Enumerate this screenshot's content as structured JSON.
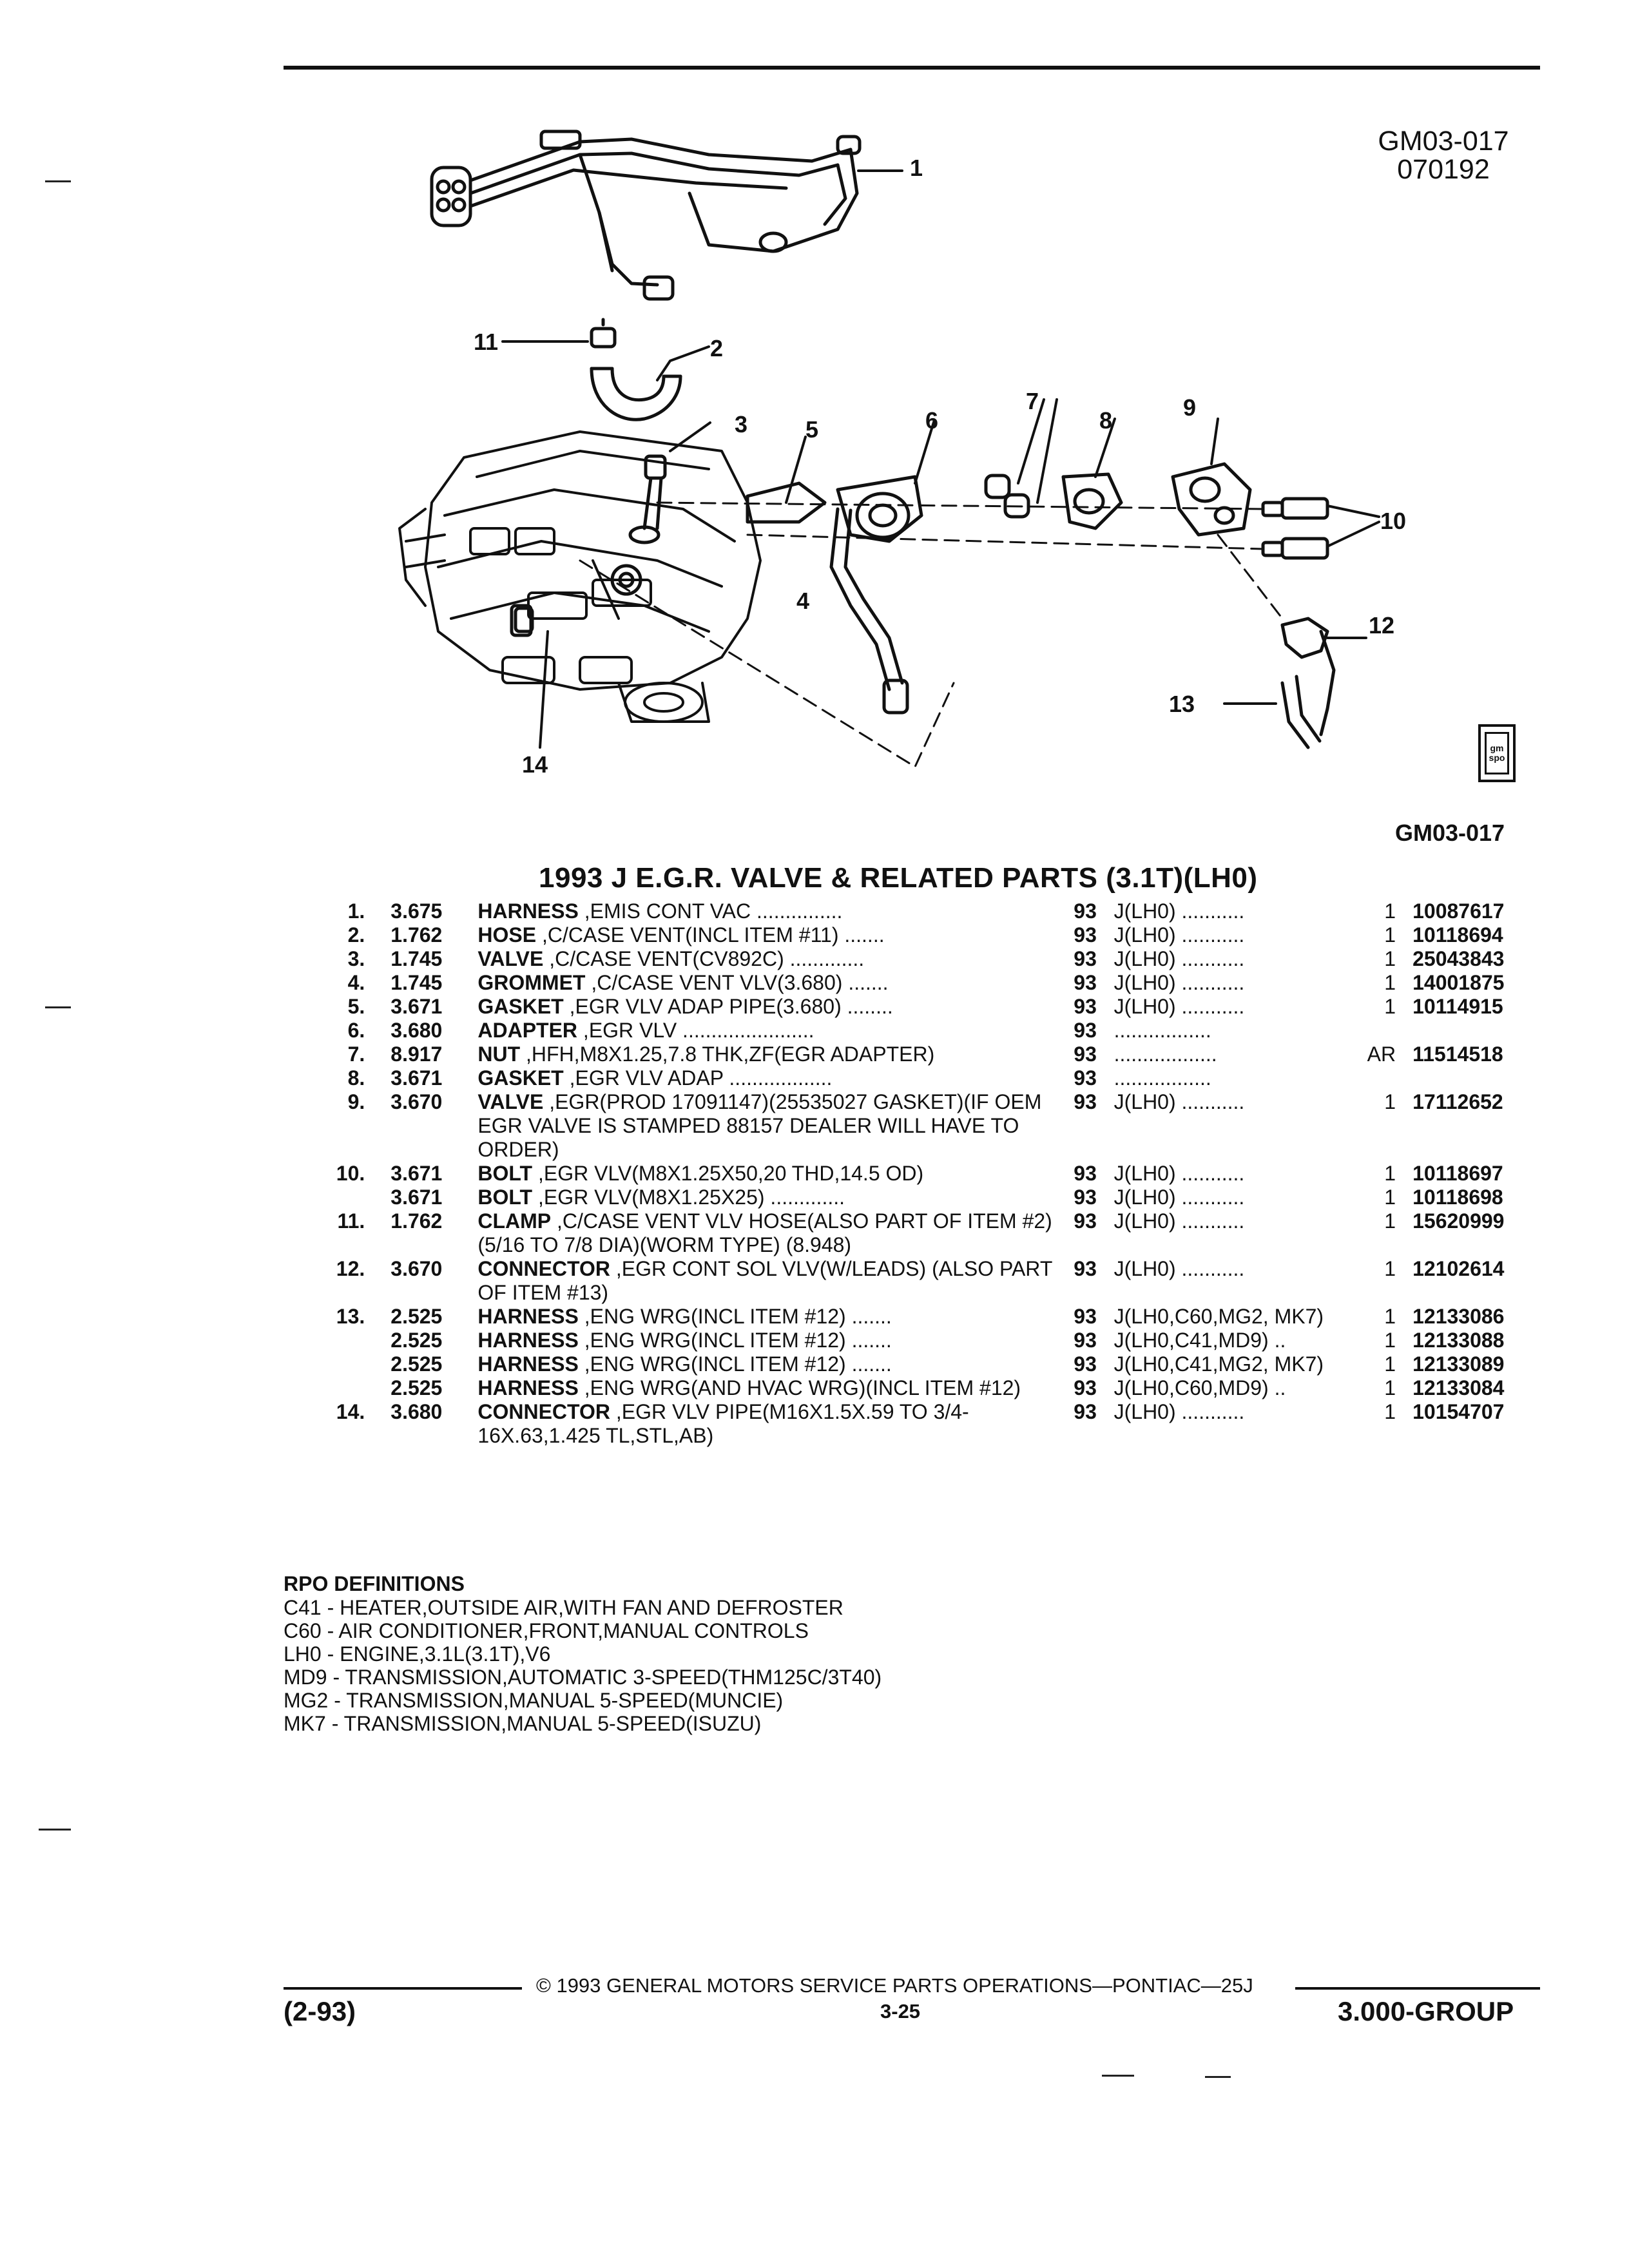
{
  "figure": {
    "id_top": "GM03-017",
    "date_code": "070192",
    "id_bottom": "GM03-017",
    "logo_text": "gm spo",
    "callouts": [
      "1",
      "2",
      "3",
      "4",
      "5",
      "6",
      "7",
      "8",
      "9",
      "10",
      "11",
      "12",
      "13",
      "14"
    ]
  },
  "title": "1993 J E.G.R. VALVE & RELATED PARTS (3.1T)(LH0)",
  "parts": [
    {
      "ref": "1.",
      "group": "3.675",
      "name": "HARNESS",
      "desc": ",EMIS CONT VAC ...............",
      "year": "93",
      "app": "J(LH0) ...........",
      "qty": "1",
      "pn": "10087617"
    },
    {
      "ref": "2.",
      "group": "1.762",
      "name": "HOSE",
      "desc": ",C/CASE VENT(INCL ITEM #11) .......",
      "year": "93",
      "app": "J(LH0) ...........",
      "qty": "1",
      "pn": "10118694"
    },
    {
      "ref": "3.",
      "group": "1.745",
      "name": "VALVE",
      "desc": ",C/CASE VENT(CV892C) .............",
      "year": "93",
      "app": "J(LH0) ...........",
      "qty": "1",
      "pn": "25043843"
    },
    {
      "ref": "4.",
      "group": "1.745",
      "name": "GROMMET",
      "desc": ",C/CASE VENT VLV(3.680) .......",
      "year": "93",
      "app": "J(LH0) ...........",
      "qty": "1",
      "pn": "14001875"
    },
    {
      "ref": "5.",
      "group": "3.671",
      "name": "GASKET",
      "desc": ",EGR VLV ADAP PIPE(3.680) ........",
      "year": "93",
      "app": "J(LH0) ...........",
      "qty": "1",
      "pn": "10114915"
    },
    {
      "ref": "6.",
      "group": "3.680",
      "name": "ADAPTER",
      "desc": ",EGR VLV .......................",
      "year": "93",
      "app": ".................",
      "qty": "",
      "pn": ""
    },
    {
      "ref": "7.",
      "group": "8.917",
      "name": "NUT",
      "desc": ",HFH,M8X1.25,7.8 THK,ZF(EGR ADAPTER)",
      "year": "93",
      "app": "..................",
      "qty": "AR",
      "pn": "11514518"
    },
    {
      "ref": "8.",
      "group": "3.671",
      "name": "GASKET",
      "desc": ",EGR VLV ADAP ..................",
      "year": "93",
      "app": ".................",
      "qty": "",
      "pn": ""
    },
    {
      "ref": "9.",
      "group": "3.670",
      "name": "VALVE",
      "desc": ",EGR(PROD 17091147)(25535027 GASKET)(IF OEM EGR VALVE IS STAMPED 88157 DEALER WILL HAVE TO ORDER)",
      "year": "93",
      "app": "J(LH0) ...........",
      "qty": "1",
      "pn": "17112652"
    },
    {
      "ref": "10.",
      "group": "3.671",
      "name": "BOLT",
      "desc": ",EGR VLV(M8X1.25X50,20 THD,14.5 OD)",
      "year": "93",
      "app": "J(LH0) ...........",
      "qty": "1",
      "pn": "10118697"
    },
    {
      "ref": "",
      "group": "3.671",
      "name": "BOLT",
      "desc": ",EGR VLV(M8X1.25X25) .............",
      "year": "93",
      "app": "J(LH0) ...........",
      "qty": "1",
      "pn": "10118698"
    },
    {
      "ref": "11.",
      "group": "1.762",
      "name": "CLAMP",
      "desc": ",C/CASE VENT VLV HOSE(ALSO PART OF ITEM #2)(5/16 TO 7/8 DIA)(WORM TYPE) (8.948)",
      "year": "93",
      "app": "J(LH0) ...........",
      "qty": "1",
      "pn": "15620999"
    },
    {
      "ref": "12.",
      "group": "3.670",
      "name": "CONNECTOR",
      "desc": ",EGR CONT SOL VLV(W/LEADS) (ALSO PART OF ITEM #13)",
      "year": "93",
      "app": "J(LH0) ...........",
      "qty": "1",
      "pn": "12102614"
    },
    {
      "ref": "13.",
      "group": "2.525",
      "name": "HARNESS",
      "desc": ",ENG WRG(INCL ITEM #12) .......",
      "year": "93",
      "app": "J(LH0,C60,MG2, MK7)",
      "qty": "1",
      "pn": "12133086"
    },
    {
      "ref": "",
      "group": "2.525",
      "name": "HARNESS",
      "desc": ",ENG WRG(INCL ITEM #12) .......",
      "year": "93",
      "app": "J(LH0,C41,MD9) ..",
      "qty": "1",
      "pn": "12133088"
    },
    {
      "ref": "",
      "group": "2.525",
      "name": "HARNESS",
      "desc": ",ENG WRG(INCL ITEM #12) .......",
      "year": "93",
      "app": "J(LH0,C41,MG2, MK7)",
      "qty": "1",
      "pn": "12133089"
    },
    {
      "ref": "",
      "group": "2.525",
      "name": "HARNESS",
      "desc": ",ENG WRG(AND HVAC WRG)(INCL ITEM #12)",
      "year": "93",
      "app": "J(LH0,C60,MD9) ..",
      "qty": "1",
      "pn": "12133084"
    },
    {
      "ref": "14.",
      "group": "3.680",
      "name": "CONNECTOR",
      "desc": ",EGR VLV PIPE(M16X1.5X.59 TO 3/4-16X.63,1.425 TL,STL,AB)",
      "year": "93",
      "app": "J(LH0) ...........",
      "qty": "1",
      "pn": "10154707"
    }
  ],
  "rpo": {
    "heading": "RPO DEFINITIONS",
    "items": [
      "C41 - HEATER,OUTSIDE AIR,WITH FAN AND DEFROSTER",
      "C60 - AIR CONDITIONER,FRONT,MANUAL CONTROLS",
      "LH0 - ENGINE,3.1L(3.1T),V6",
      "MD9 - TRANSMISSION,AUTOMATIC 3-SPEED(THM125C/3T40)",
      "MG2 - TRANSMISSION,MANUAL 5-SPEED(MUNCIE)",
      "MK7 - TRANSMISSION,MANUAL 5-SPEED(ISUZU)"
    ]
  },
  "footer": {
    "copyright": "© 1993 GENERAL MOTORS SERVICE PARTS OPERATIONS—PONTIAC—25J",
    "revision": "(2-93)",
    "page": "3-25",
    "group": "3.000-GROUP"
  }
}
